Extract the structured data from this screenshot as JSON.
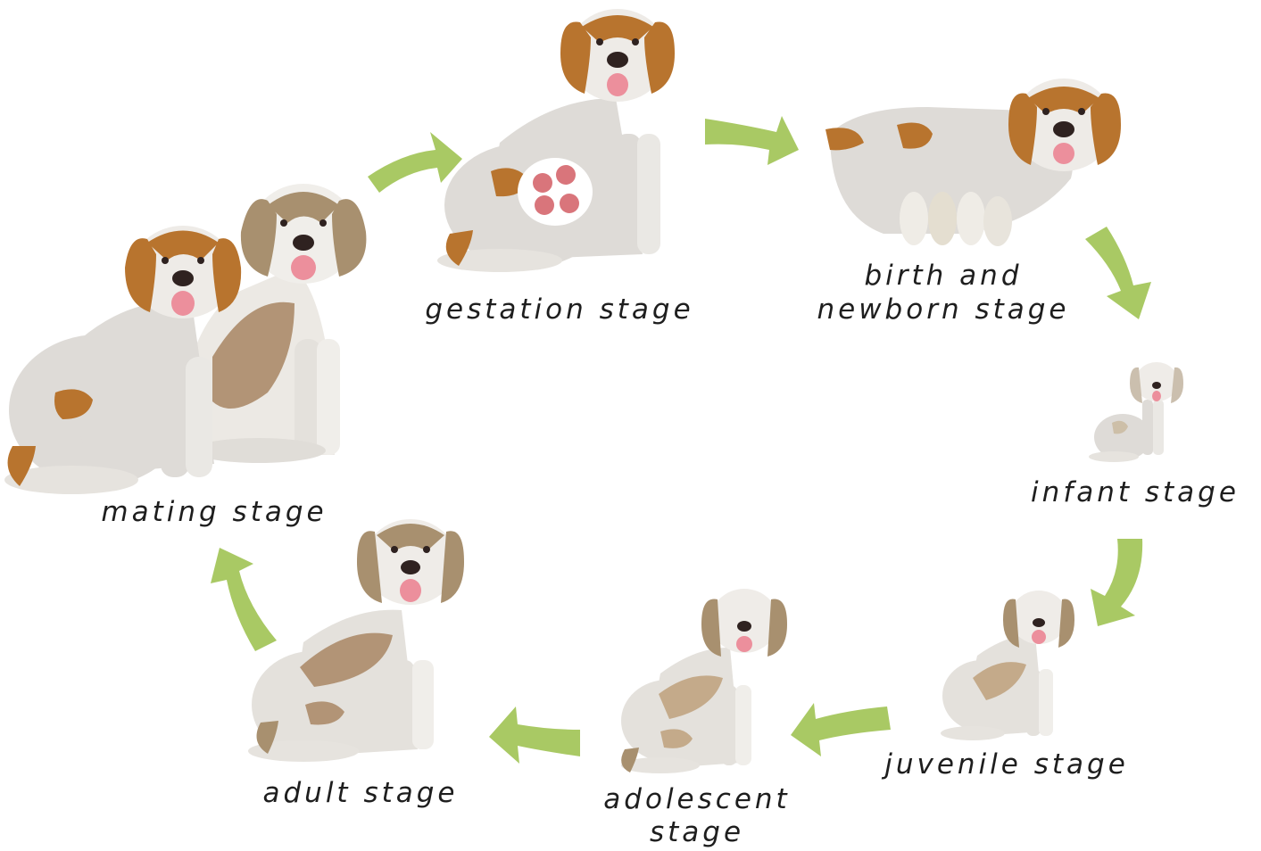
{
  "stages": [
    {
      "id": "mating",
      "label": "mating stage"
    },
    {
      "id": "gestation",
      "label": "gestation stage"
    },
    {
      "id": "birth",
      "label_line1": "birth and",
      "label_line2": "newborn stage"
    },
    {
      "id": "infant",
      "label": "infant stage"
    },
    {
      "id": "juvenile",
      "label": "juvenile stage"
    },
    {
      "id": "adolescent",
      "label_line1": "adolescent",
      "label_line2": "stage"
    },
    {
      "id": "adult",
      "label": "adult stage"
    }
  ],
  "colors": {
    "arrow": "#a9c964",
    "coat_light": "#dedbd7",
    "coat_white": "#f2f0ed",
    "patch_brown": "#b8742e",
    "patch_tan": "#a8906f",
    "patch_sandy": "#c4aa8a",
    "nose": "#2f2220",
    "tongue": "#ec8f9c",
    "womb_pink": "#d9757b"
  }
}
